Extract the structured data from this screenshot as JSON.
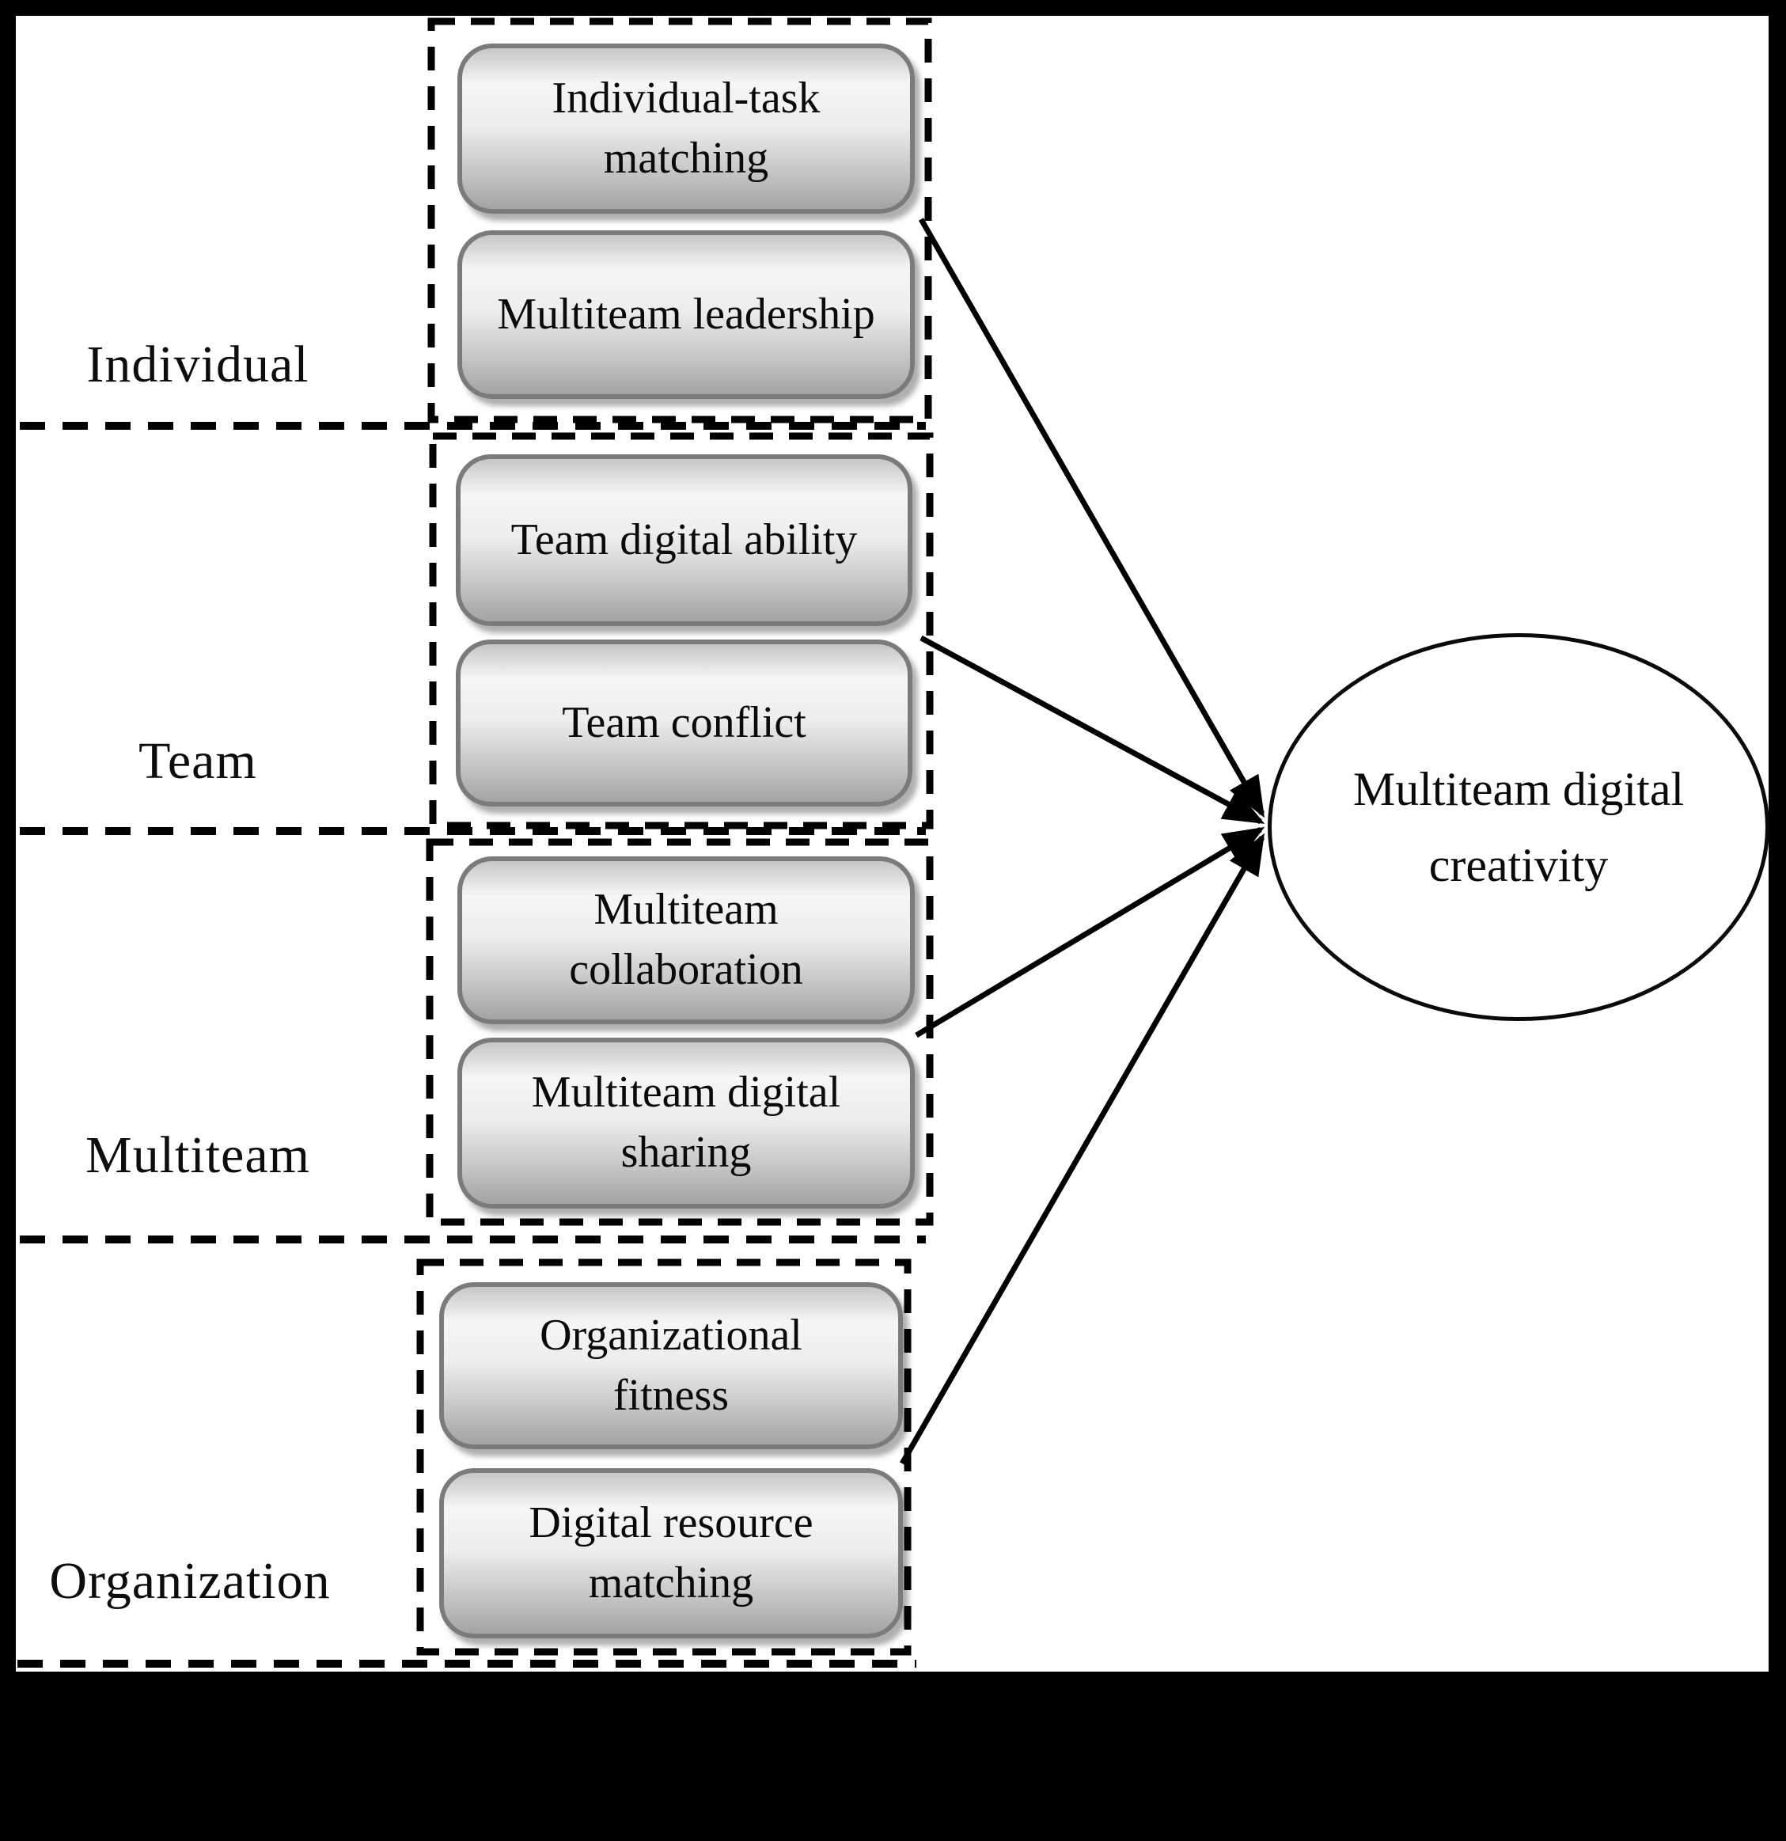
{
  "figure": {
    "sections": [
      {
        "label": "Individual",
        "boxes": [
          {
            "label": "Individual-task matching"
          },
          {
            "label": "Multiteam leadership"
          }
        ]
      },
      {
        "label": "Team",
        "boxes": [
          {
            "label": "Team digital ability"
          },
          {
            "label": "Team conflict"
          }
        ]
      },
      {
        "label": "Multiteam",
        "boxes": [
          {
            "label": "Multiteam collaboration"
          },
          {
            "label": "Multiteam digital sharing"
          }
        ]
      },
      {
        "label": "Organization",
        "boxes": [
          {
            "label": "Organizational fitness"
          },
          {
            "label": "Digital resource matching"
          }
        ]
      }
    ],
    "outcome": {
      "label": "Multiteam digital creativity"
    },
    "edges": [
      {
        "from": "Individual",
        "to": "Multiteam digital creativity"
      },
      {
        "from": "Team",
        "to": "Multiteam digital creativity"
      },
      {
        "from": "Multiteam",
        "to": "Multiteam digital creativity"
      },
      {
        "from": "Organization",
        "to": "Multiteam digital creativity"
      }
    ],
    "colors": {
      "frame": "#000000",
      "canvas": "#ffffff",
      "line": "#000000",
      "node_border": "#7b7b7b",
      "node_gradient_top": "#c6c6c6",
      "node_gradient_light": "#f6f6f6",
      "node_gradient_bottom": "#a3a3a3",
      "text": "#0a0a0a"
    }
  }
}
